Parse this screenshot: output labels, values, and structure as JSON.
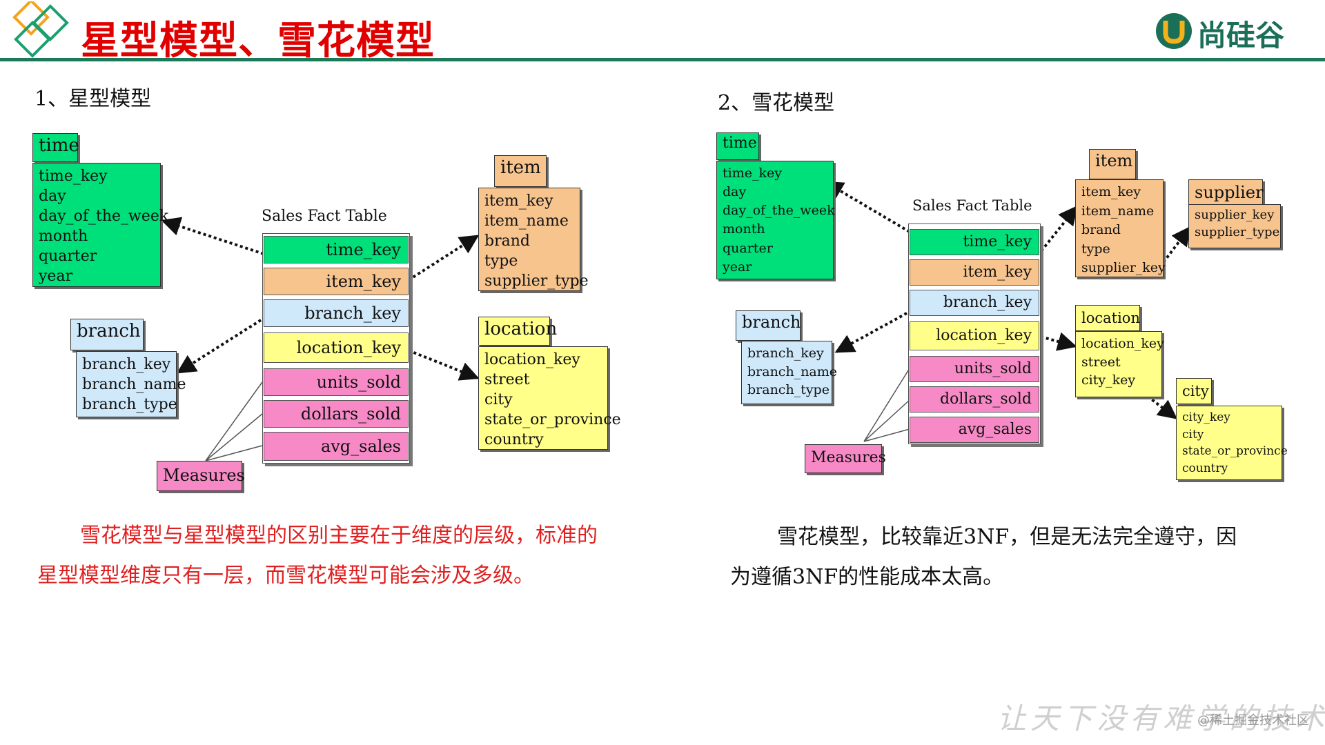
{
  "header": {
    "title": "星型模型、雪花模型",
    "brand": "尚硅谷"
  },
  "colors": {
    "accent_red": "#e00000",
    "brand_green": "#1b6f57",
    "time_green": "#00e07a",
    "item_orange": "#f7c48e",
    "branch_blue": "#cfe9fb",
    "location_yellow": "#ffff8a",
    "measure_pink": "#f78ac6"
  },
  "star": {
    "section_title": "1、星型模型",
    "fact_caption": "Sales Fact Table",
    "fact_rows": [
      "time_key",
      "item_key",
      "branch_key",
      "location_key",
      "units_sold",
      "dollars_sold",
      "avg_sales"
    ],
    "measures_label": "Measures",
    "time": {
      "title": "time",
      "fields": [
        "time_key",
        "day",
        "day_of_the_week",
        "month",
        "quarter",
        "year"
      ]
    },
    "item": {
      "title": "item",
      "fields": [
        "item_key",
        "item_name",
        "brand",
        "type",
        "supplier_type"
      ]
    },
    "branch": {
      "title": "branch",
      "fields": [
        "branch_key",
        "branch_name",
        "branch_type"
      ]
    },
    "location": {
      "title": "location",
      "fields": [
        "location_key",
        "street",
        "city",
        "state_or_province",
        "country"
      ]
    },
    "paragraph": [
      "雪花模型与星型模型的区别主要在于维度的层级，标准的",
      "星型模型维度只有一层，而雪花模型可能会涉及多级。"
    ]
  },
  "snow": {
    "section_title": "2、雪花模型",
    "fact_caption": "Sales Fact Table",
    "fact_rows": [
      "time_key",
      "item_key",
      "branch_key",
      "location_key",
      "units_sold",
      "dollars_sold",
      "avg_sales"
    ],
    "measures_label": "Measures",
    "time": {
      "title": "time",
      "fields": [
        "time_key",
        "day",
        "day_of_the_week",
        "month",
        "quarter",
        "year"
      ]
    },
    "item": {
      "title": "item",
      "fields": [
        "item_key",
        "item_name",
        "brand",
        "type",
        "supplier_key"
      ]
    },
    "supplier": {
      "title": "supplier",
      "fields": [
        "supplier_key",
        "supplier_type"
      ]
    },
    "branch": {
      "title": "branch",
      "fields": [
        "branch_key",
        "branch_name",
        "branch_type"
      ]
    },
    "location": {
      "title": "location",
      "fields": [
        "location_key",
        "street",
        "city_key"
      ]
    },
    "city": {
      "title": "city",
      "fields": [
        "city_key",
        "city",
        "state_or_province",
        "country"
      ]
    },
    "paragraph": [
      "雪花模型，比较靠近3NF，但是无法完全遵守，因",
      "为遵循3NF的性能成本太高。"
    ]
  },
  "footer": {
    "slogan": "让天下没有难学的技术",
    "watermark": "@稀土掘金技术社区"
  }
}
